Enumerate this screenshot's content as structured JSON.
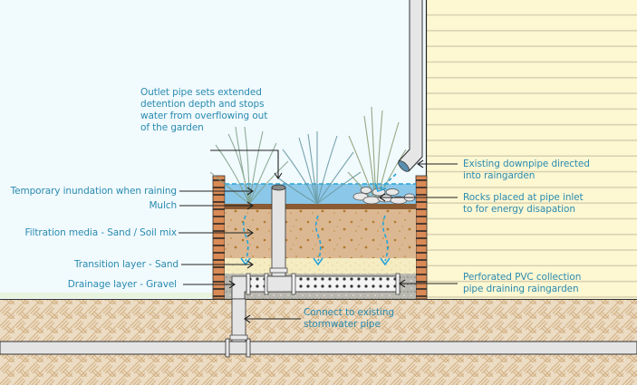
{
  "title": "Raingarden cross-section diagram",
  "colors": {
    "label_text": "#2a8bb0",
    "sky": "#f1fafd",
    "house_siding": "#fdf7d2",
    "siding_line": "#d6cfae",
    "soil": "#ecdcc4",
    "soil_pattern": "#d9b98e",
    "brick": "#d98a55",
    "mortar": "#4a3b30",
    "water": "#5fb0de",
    "mulch": "#8a5a33",
    "filtration": "#d9b58f",
    "transition_sand": "#f5ecc4",
    "gravel": "#b7b5ac",
    "pipe": "#e2e2e2",
    "flow_arrow": "#27a4d8"
  },
  "labels": {
    "outlet_pipe": [
      "Outlet pipe sets extended",
      "detention depth and stops",
      "water from overflowing out",
      "of the garden"
    ],
    "temporary_inundation": "Temporary inundation when raining",
    "mulch": "Mulch",
    "filtration_media": "Filtration media - Sand / Soil mix",
    "transition_layer": "Transition layer - Sand",
    "drainage_layer": "Drainage layer - Gravel",
    "downpipe": [
      "Existing downpipe directed",
      "into raingarden"
    ],
    "rocks": [
      "Rocks placed at pipe inlet",
      "to for energy disapation"
    ],
    "perforated_pipe": [
      "Perforated PVC collection",
      "pipe draining raingarden"
    ],
    "connect": [
      "Connect to existing",
      "stormwater pipe"
    ]
  },
  "icons": {
    "grass_plants": "ornamental-grass-icon",
    "flow_arrows": "downward-water-flow-icon",
    "rocks": "river-rock-icon"
  }
}
